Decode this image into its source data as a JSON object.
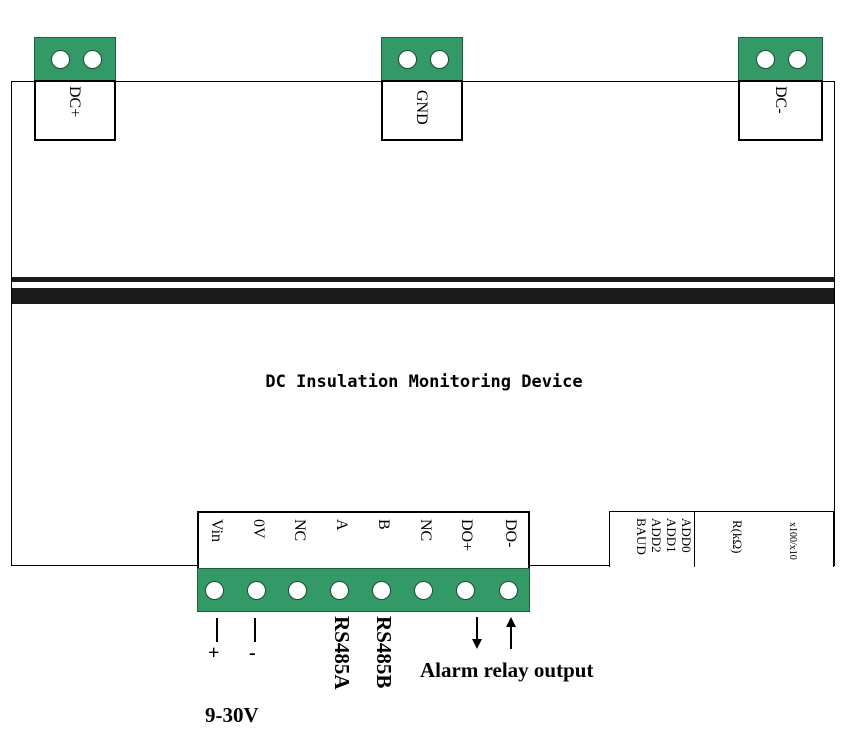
{
  "top_terminals": [
    {
      "label": "DC+"
    },
    {
      "label": "GND"
    },
    {
      "label": "DC-"
    }
  ],
  "device_title": "DC Insulation Monitoring Device",
  "bottom_terminals": [
    "Vin",
    "0V",
    "NC",
    "A",
    "B",
    "NC",
    "DO+",
    "DO-"
  ],
  "switch_labels": {
    "col1": [
      "ADD0",
      "ADD1"
    ],
    "col2": [
      "ADD2",
      "BAUD"
    ],
    "resistance": "R(kΩ)",
    "scale": "x100/x10"
  },
  "wiring": {
    "plus": "+",
    "minus": "-",
    "rs485a": "RS485A",
    "rs485b": "RS485B",
    "alarm": "Alarm relay output",
    "voltage": "9-30V"
  },
  "colors": {
    "terminal_green": "#339966",
    "stripe": "#1a1a1a"
  }
}
